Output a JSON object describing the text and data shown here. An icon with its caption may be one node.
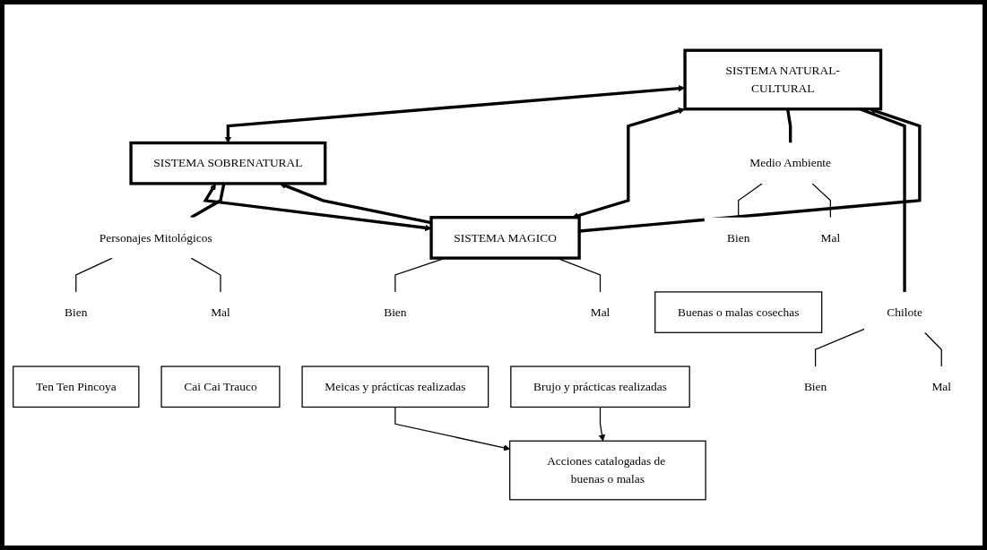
{
  "diagram": {
    "nodes": [
      {
        "text": [
          "SISTEMA NATURAL-CULTURAL"
        ]
      },
      {
        "text": [
          "SISTEMA SOBRENATURAL"
        ]
      },
      {
        "text": [
          "SISTEMA MAGICO"
        ]
      },
      {
        "text": [
          "Medio Ambiente"
        ]
      },
      {
        "text": [
          "Chilote"
        ]
      },
      {
        "text": [
          "Personajes Mitológicos"
        ]
      },
      {
        "text": [
          "Bien"
        ]
      },
      {
        "text": [
          "Mal"
        ]
      },
      {
        "text": [
          "Bien"
        ]
      },
      {
        "text": [
          "Mal"
        ]
      },
      {
        "text": [
          "Buenas o malas cosechas"
        ]
      },
      {
        "text": [
          "Acciones catalogadas de buenas o malas"
        ]
      },
      {
        "text": [
          "Bien"
        ]
      },
      {
        "text": [
          "Mal"
        ]
      },
      {
        "text": [
          "Meicas y prácticas realizadas"
        ]
      },
      {
        "text": [
          "Brujo y prácticas realizadas"
        ]
      },
      {
        "text": [
          "Bien"
        ]
      },
      {
        "text": [
          "Mal"
        ]
      },
      {
        "text": [
          "Ten Ten Pincoya"
        ]
      },
      {
        "text": [
          "Cai Cai Trauco"
        ]
      }
    ],
    "edges": [
      {
        "from": 0,
        "to": 1,
        "arrow": "both",
        "style": "thick"
      },
      {
        "from": 2,
        "to": 0,
        "arrow": "to",
        "style": "thick"
      },
      {
        "from": 0,
        "to": 2,
        "arrow": "both",
        "style": "thick"
      },
      {
        "from": 2,
        "to": 1,
        "arrow": "to",
        "style": "thick"
      },
      {
        "from": 1,
        "to": 2,
        "arrow": "both",
        "style": "thick"
      },
      {
        "from": 0,
        "to": 3,
        "arrow": "none",
        "style": "thick"
      },
      {
        "from": 0,
        "to": 4,
        "arrow": "none",
        "style": "thick"
      },
      {
        "from": 1,
        "to": 5,
        "arrow": "none",
        "style": "thick"
      },
      {
        "from": 3,
        "to": 6,
        "arrow": "none"
      },
      {
        "from": 3,
        "to": 7,
        "arrow": "none"
      },
      {
        "from": 4,
        "to": 8,
        "arrow": "none"
      },
      {
        "from": 4,
        "to": 9,
        "arrow": "none"
      },
      {
        "from": 2,
        "to": 12,
        "arrow": "none"
      },
      {
        "from": 2,
        "to": 13,
        "arrow": "none"
      },
      {
        "from": 5,
        "to": 16,
        "arrow": "none"
      },
      {
        "from": 5,
        "to": 17,
        "arrow": "none"
      },
      {
        "from": 14,
        "to": 11,
        "arrow": "to"
      },
      {
        "from": 15,
        "to": 11,
        "arrow": "to"
      }
    ]
  }
}
